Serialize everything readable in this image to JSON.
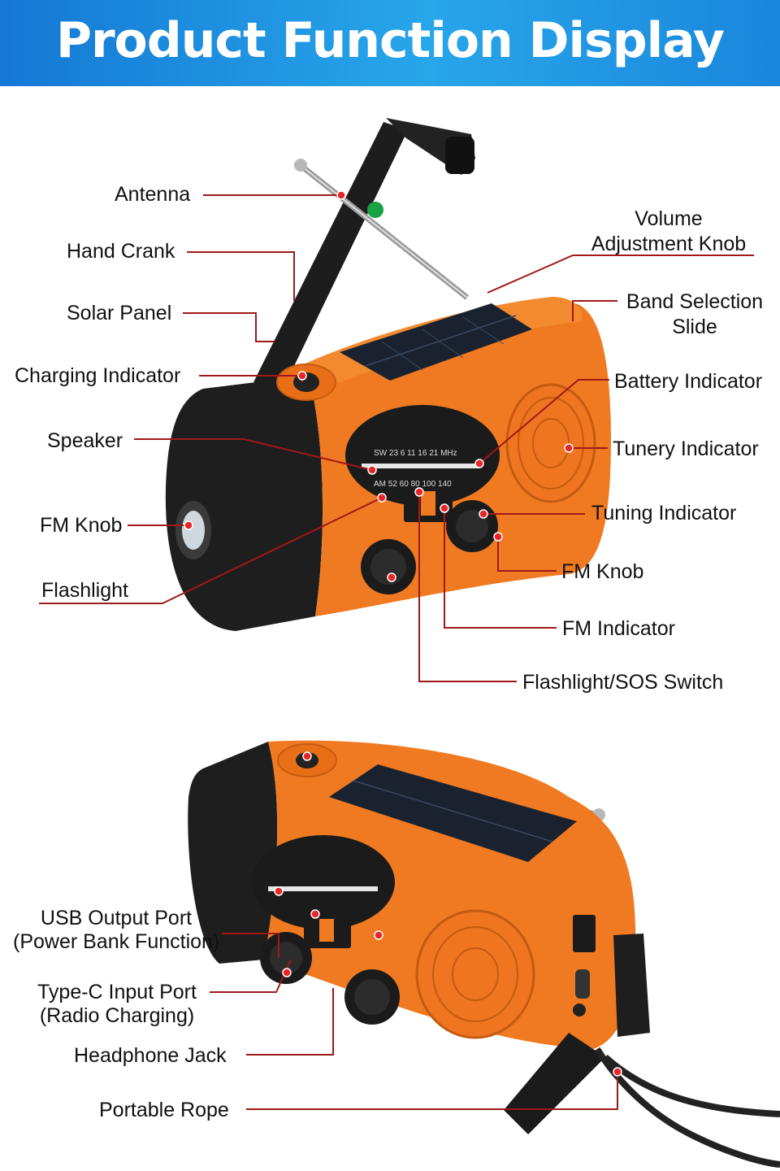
{
  "header": {
    "title": "Product Function Display"
  },
  "callouts_top": {
    "antenna": "Antenna",
    "hand_crank": "Hand Crank",
    "solar_panel": "Solar Panel",
    "charging_indicator": "Charging Indicator",
    "speaker": "Speaker",
    "fm_knob_left": "FM Knob",
    "flashlight": "Flashlight",
    "volume_knob_line1": "Volume",
    "volume_knob_line2": "Adjustment Knob",
    "band_slide_line1": "Band Selection",
    "band_slide_line2": "Slide",
    "battery_indicator": "Battery Indicator",
    "tunery_indicator": "Tunery Indicator",
    "tuning_indicator": "Tuning Indicator",
    "fm_knob_right": "FM Knob",
    "fm_indicator": "FM Indicator",
    "sos_switch": "Flashlight/SOS Switch"
  },
  "callouts_bottom": {
    "usb_line1": "USB Output Port",
    "usb_line2": "(Power Bank Function)",
    "typec_line1": "Type-C Input Port",
    "typec_line2": "(Radio Charging)",
    "headphone": "Headphone Jack",
    "rope": "Portable Rope"
  },
  "colors": {
    "banner": "#1e90e0",
    "body_orange": "#f07a22",
    "leader": "#a01818",
    "dark": "#1c1c1c"
  }
}
